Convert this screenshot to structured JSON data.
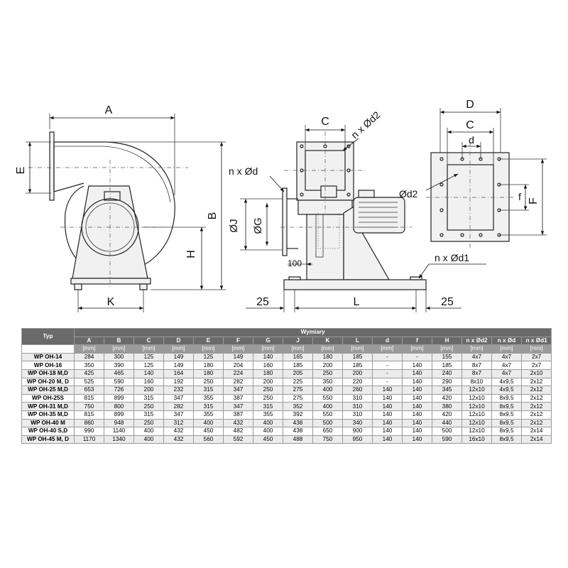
{
  "labels": {
    "A": "A",
    "B": "B",
    "E": "E",
    "H": "H",
    "K": "K",
    "C1": "C",
    "nd2_top": "n x Ød2",
    "nd": "n x Ød",
    "J": "ØJ",
    "G": "ØG",
    "L": "L",
    "d100": "100",
    "d25a": "25",
    "d25b": "25",
    "nd1": "n x Ød1",
    "D": "D",
    "C2": "C",
    "d_small": "d",
    "od2": "Ød2",
    "f": "f",
    "F": "F"
  },
  "table": {
    "group_header": "Wymiary",
    "typ_header": "Typ",
    "columns": [
      "A",
      "B",
      "C",
      "D",
      "E",
      "F",
      "G",
      "J",
      "K",
      "L",
      "d",
      "f",
      "H",
      "n x Ød2",
      "n x Ød",
      "n x Ød1"
    ],
    "units": [
      "[mm]",
      "[mm]",
      "[mm]",
      "[mm]",
      "[mm]",
      "[mm]",
      "[mm]",
      "[mm]",
      "[mm]",
      "[mm]",
      "[mm]",
      "[mm]",
      "[mm]",
      "[mm]",
      "[mm]",
      "[mm]"
    ],
    "rows": [
      {
        "typ": "WP OH-14",
        "vals": [
          "284",
          "300",
          "125",
          "149",
          "125",
          "149",
          "140",
          "165",
          "180",
          "185",
          "-",
          "-",
          "155",
          "4x7",
          "4x7",
          "2x7"
        ]
      },
      {
        "typ": "WP OH-16",
        "vals": [
          "350",
          "390",
          "125",
          "149",
          "180",
          "204",
          "160",
          "185",
          "200",
          "185",
          "-",
          "140",
          "185",
          "8x7",
          "4x7",
          "2x7"
        ]
      },
      {
        "typ": "WP OH-18 M,D",
        "vals": [
          "425",
          "465",
          "140",
          "164",
          "180",
          "224",
          "180",
          "205",
          "250",
          "200",
          "-",
          "140",
          "240",
          "8x7",
          "4x7",
          "2x10"
        ]
      },
      {
        "typ": "WP OH-20 M, D",
        "vals": [
          "525",
          "590",
          "160",
          "192",
          "250",
          "282",
          "200",
          "225",
          "350",
          "220",
          "-",
          "140",
          "290",
          "8x10",
          "4x9,5",
          "2x12"
        ]
      },
      {
        "typ": "WP OH-25 M,D",
        "vals": [
          "653",
          "726",
          "200",
          "232",
          "315",
          "347",
          "250",
          "275",
          "400",
          "260",
          "140",
          "140",
          "345",
          "12x10",
          "4x9,5",
          "2x12"
        ]
      },
      {
        "typ": "WP OH-25S",
        "vals": [
          "815",
          "899",
          "315",
          "347",
          "355",
          "387",
          "250",
          "275",
          "550",
          "310",
          "140",
          "140",
          "420",
          "12x10",
          "8x9,5",
          "2x12"
        ]
      },
      {
        "typ": "WP OH-31 M,D",
        "vals": [
          "750",
          "800",
          "250",
          "282",
          "315",
          "347",
          "315",
          "352",
          "400",
          "310",
          "140",
          "140",
          "380",
          "12x10",
          "8x9,5",
          "2x12"
        ]
      },
      {
        "typ": "WP OH-35 M,D",
        "vals": [
          "815",
          "899",
          "315",
          "347",
          "355",
          "387",
          "355",
          "392",
          "550",
          "310",
          "140",
          "140",
          "420",
          "12x10",
          "8x9,5",
          "2x12"
        ]
      },
      {
        "typ": "WP OH-40 M",
        "vals": [
          "860",
          "948",
          "250",
          "312",
          "400",
          "432",
          "400",
          "438",
          "500",
          "340",
          "140",
          "140",
          "440",
          "12x10",
          "8x9,5",
          "2x12"
        ]
      },
      {
        "typ": "WP OH-40 S,D",
        "vals": [
          "990",
          "1140",
          "400",
          "432",
          "450",
          "482",
          "400",
          "438",
          "650",
          "900",
          "140",
          "140",
          "500",
          "12x10",
          "8x9,5",
          "2x14"
        ]
      },
      {
        "typ": "WP OH-45 M, D",
        "vals": [
          "1170",
          "1340",
          "400",
          "432",
          "560",
          "592",
          "450",
          "488",
          "750",
          "950",
          "140",
          "140",
          "590",
          "16x10",
          "8x9,5",
          "2x14"
        ]
      }
    ]
  }
}
